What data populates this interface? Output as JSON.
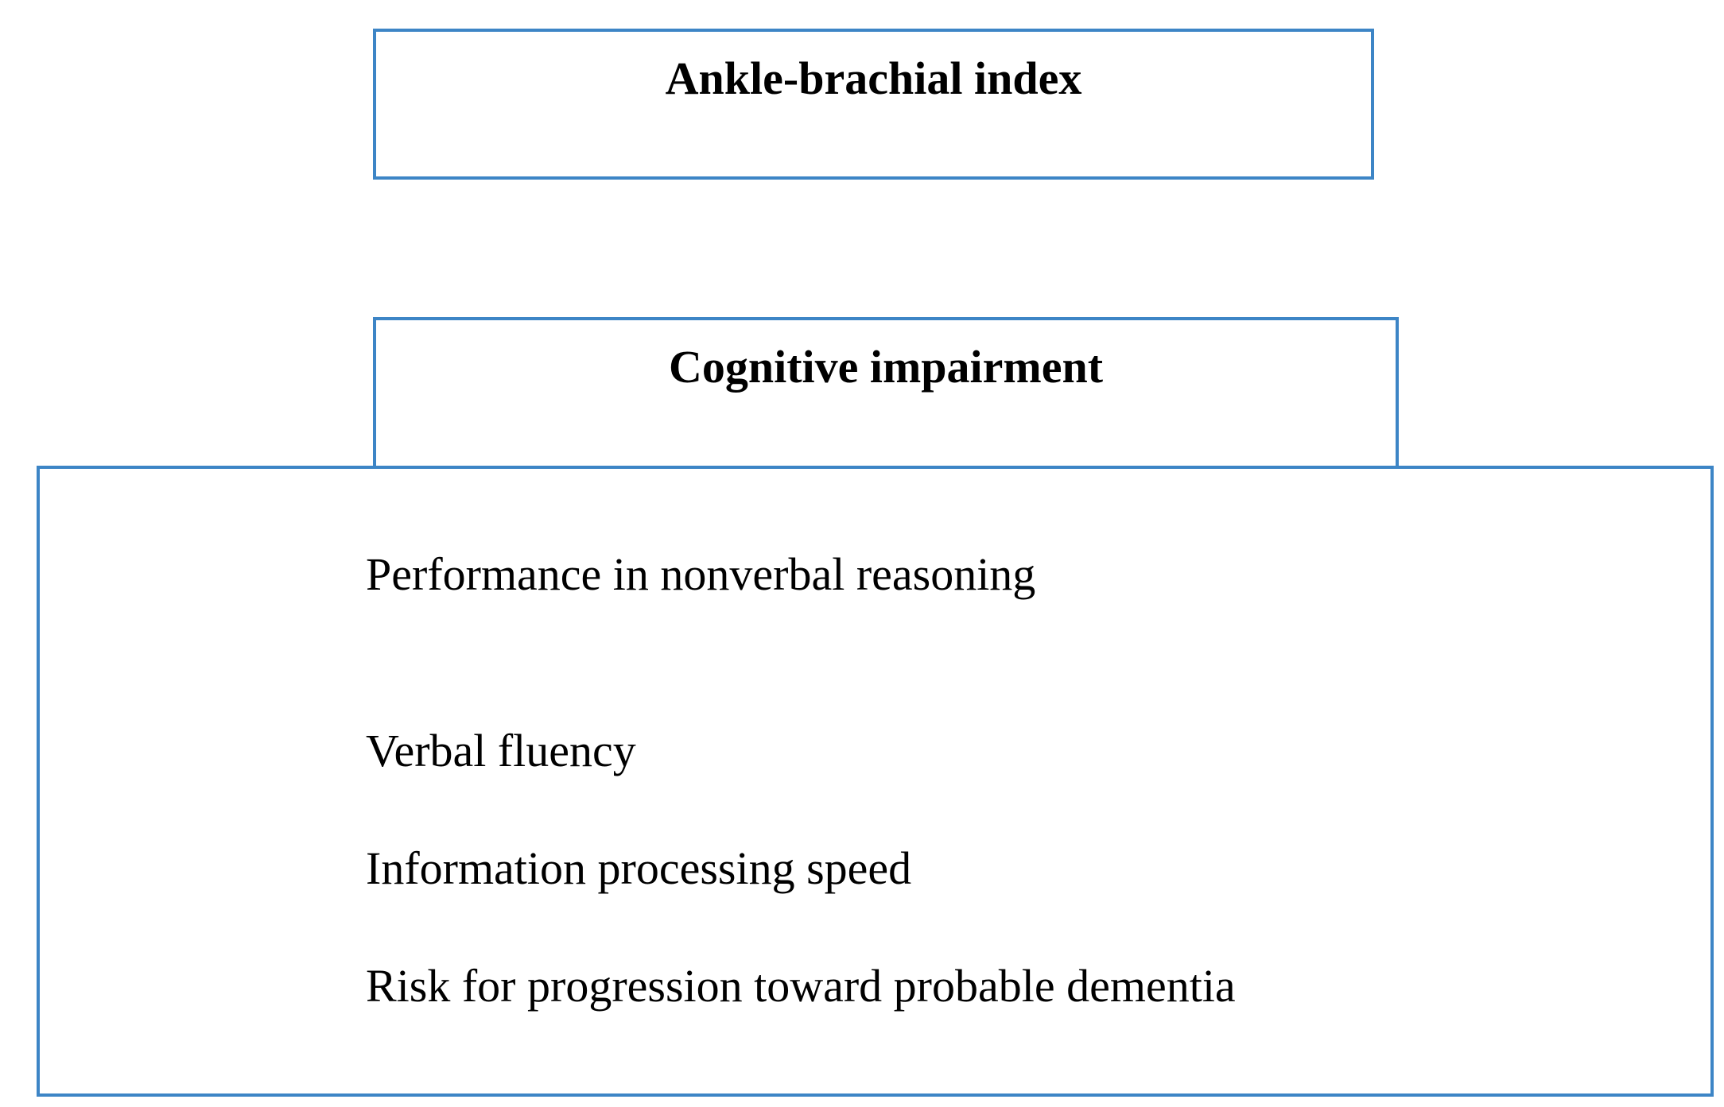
{
  "diagram": {
    "top_box": {
      "title": "Ankle-brachial index"
    },
    "middle_box": {
      "title": "Cognitive impairment"
    },
    "items_box": {
      "items": [
        "Performance in nonverbal reasoning",
        "Verbal fluency",
        "Information processing speed",
        "Risk for progression toward probable dementia"
      ]
    },
    "colors": {
      "box_border": "#3d85c6",
      "text": "#000000",
      "background": "#ffffff"
    }
  }
}
